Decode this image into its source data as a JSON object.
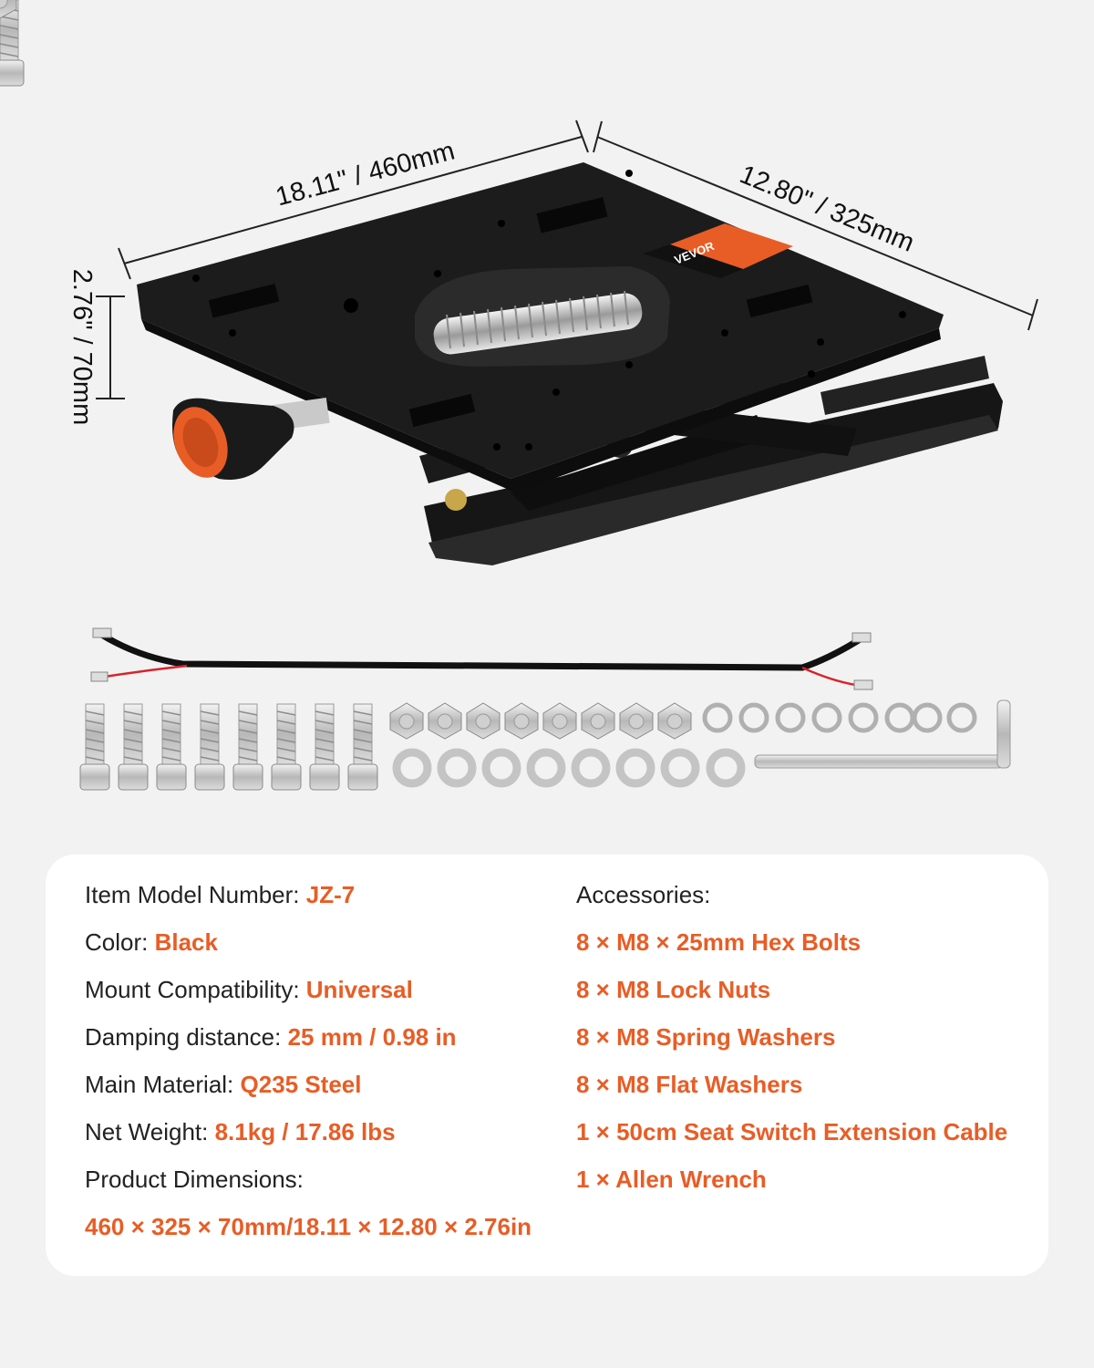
{
  "dimensions": {
    "length": "18.11\" / 460mm",
    "width": "12.80\" / 325mm",
    "height": "2.76\" / 70mm"
  },
  "brand": {
    "label_text": "VEVOR"
  },
  "colors": {
    "accent": "#e85d26",
    "text": "#222222",
    "background": "#f2f2f2",
    "card": "#ffffff",
    "steel": "#1c1c1c"
  },
  "specs": {
    "model": {
      "label": "Item Model Number:",
      "value": "JZ-7"
    },
    "color": {
      "label": "Color:",
      "value": "Black"
    },
    "mount": {
      "label": "Mount Compatibility:",
      "value": "Universal"
    },
    "damping": {
      "label": "Damping distance:",
      "value": "25 mm / 0.98 in"
    },
    "material": {
      "label": "Main Material:",
      "value": "Q235 Steel"
    },
    "weight": {
      "label": "Net Weight:",
      "value": "8.1kg / 17.86 lbs"
    },
    "dimensions": {
      "label": "Product Dimensions:",
      "value": "460 × 325 × 70mm/18.11 × 12.80 × 2.76in"
    }
  },
  "accessories": {
    "heading": "Accessories:",
    "items": [
      "8 × M8 × 25mm Hex Bolts",
      "8 × M8 Lock Nuts",
      "8 × M8 Spring Washers",
      "8 × M8 Flat Washers",
      "1 × 50cm Seat Switch Extension Cable",
      "1 × Allen Wrench"
    ]
  }
}
